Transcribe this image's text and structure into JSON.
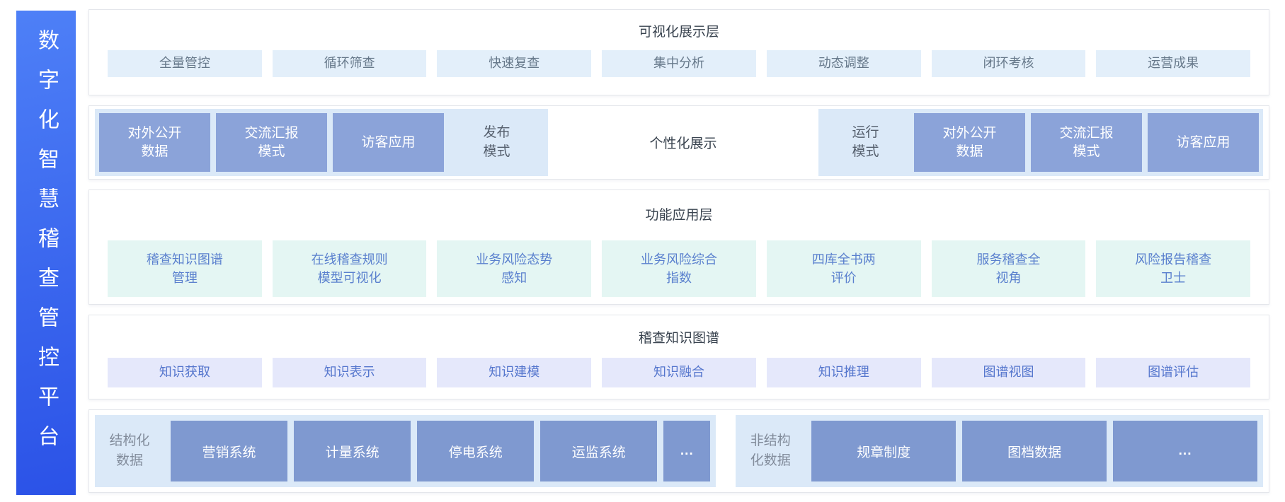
{
  "platform": {
    "title": "数字化智慧稽查管控平台"
  },
  "visual_layer": {
    "title": "可视化展示层",
    "items": [
      "全量管控",
      "循环筛查",
      "快速复查",
      "集中分析",
      "动态调整",
      "闭环考核",
      "运营成果"
    ]
  },
  "mode_layer": {
    "publish": {
      "label": "发布\n模式",
      "items": [
        "对外公开\n数据",
        "交流汇报\n模式",
        "访客应用"
      ]
    },
    "center_label": "个性化展示",
    "run": {
      "label": "运行\n模式",
      "items": [
        "对外公开\n数据",
        "交流汇报\n模式",
        "访客应用"
      ]
    }
  },
  "function_layer": {
    "title": "功能应用层",
    "items": [
      "稽查知识图谱\n管理",
      "在线稽查规则\n模型可视化",
      "业务风险态势\n感知",
      "业务风险综合\n指数",
      "四库全书两\n评价",
      "服务稽查全\n视角",
      "风险报告稽查\n卫士"
    ]
  },
  "knowledge_layer": {
    "title": "稽查知识图谱",
    "items": [
      "知识获取",
      "知识表示",
      "知识建模",
      "知识融合",
      "知识推理",
      "图谱视图",
      "图谱评估"
    ]
  },
  "data_layer": {
    "structured": {
      "label": "结构化\n数据",
      "items": [
        "营销系统",
        "计量系统",
        "停电系统",
        "运监系统",
        "..."
      ]
    },
    "unstructured": {
      "label": "非结构\n化数据",
      "items": [
        "规章制度",
        "图档数据",
        "..."
      ]
    }
  },
  "colors": {
    "sidebar_gradient_start": "#4E80F7",
    "sidebar_gradient_end": "#2B52E7",
    "light_blue_item_bg": "#E3EFFA",
    "mode_group_bg": "#DBE9F8",
    "mode_box_bg": "#8BA3D9",
    "data_box_bg": "#7F99D0",
    "mint_item_bg": "#E4F6F3",
    "lavender_item_bg": "#E5E8FB",
    "title_text": "#39434F",
    "function_item_text": "#5A80CE",
    "knowledge_item_text": "#5576CD"
  }
}
